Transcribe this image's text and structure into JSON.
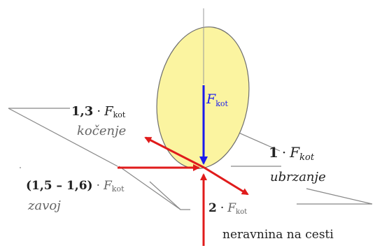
{
  "colors": {
    "wheel_fill": "#fbf4a0",
    "wheel_stroke": "#6e6e6e",
    "plane_stroke": "#888888",
    "load_arrow": "#1a1aee",
    "force_arrow": "#e01b1b",
    "text_dark": "#222222",
    "text_gray": "#666666"
  },
  "labels": {
    "vertical_load": {
      "symbol": "F",
      "sub": "kot"
    },
    "braking": {
      "factor": "1,3",
      "dot": "·",
      "symbol": "F",
      "sub": "kot",
      "word": "kočenje"
    },
    "acceleration": {
      "factor": "1",
      "dot": "·",
      "symbol": "F",
      "sub": "kot",
      "word": "ubrzanje"
    },
    "cornering": {
      "factor": "(1,5 – 1,6)",
      "dot": "·",
      "symbol": "F",
      "sub": "kot",
      "word": "zavoj"
    },
    "bump": {
      "factor": "2",
      "dot": "·",
      "symbol": "F",
      "sub": "kot",
      "word": "neravnina na cesti"
    }
  }
}
